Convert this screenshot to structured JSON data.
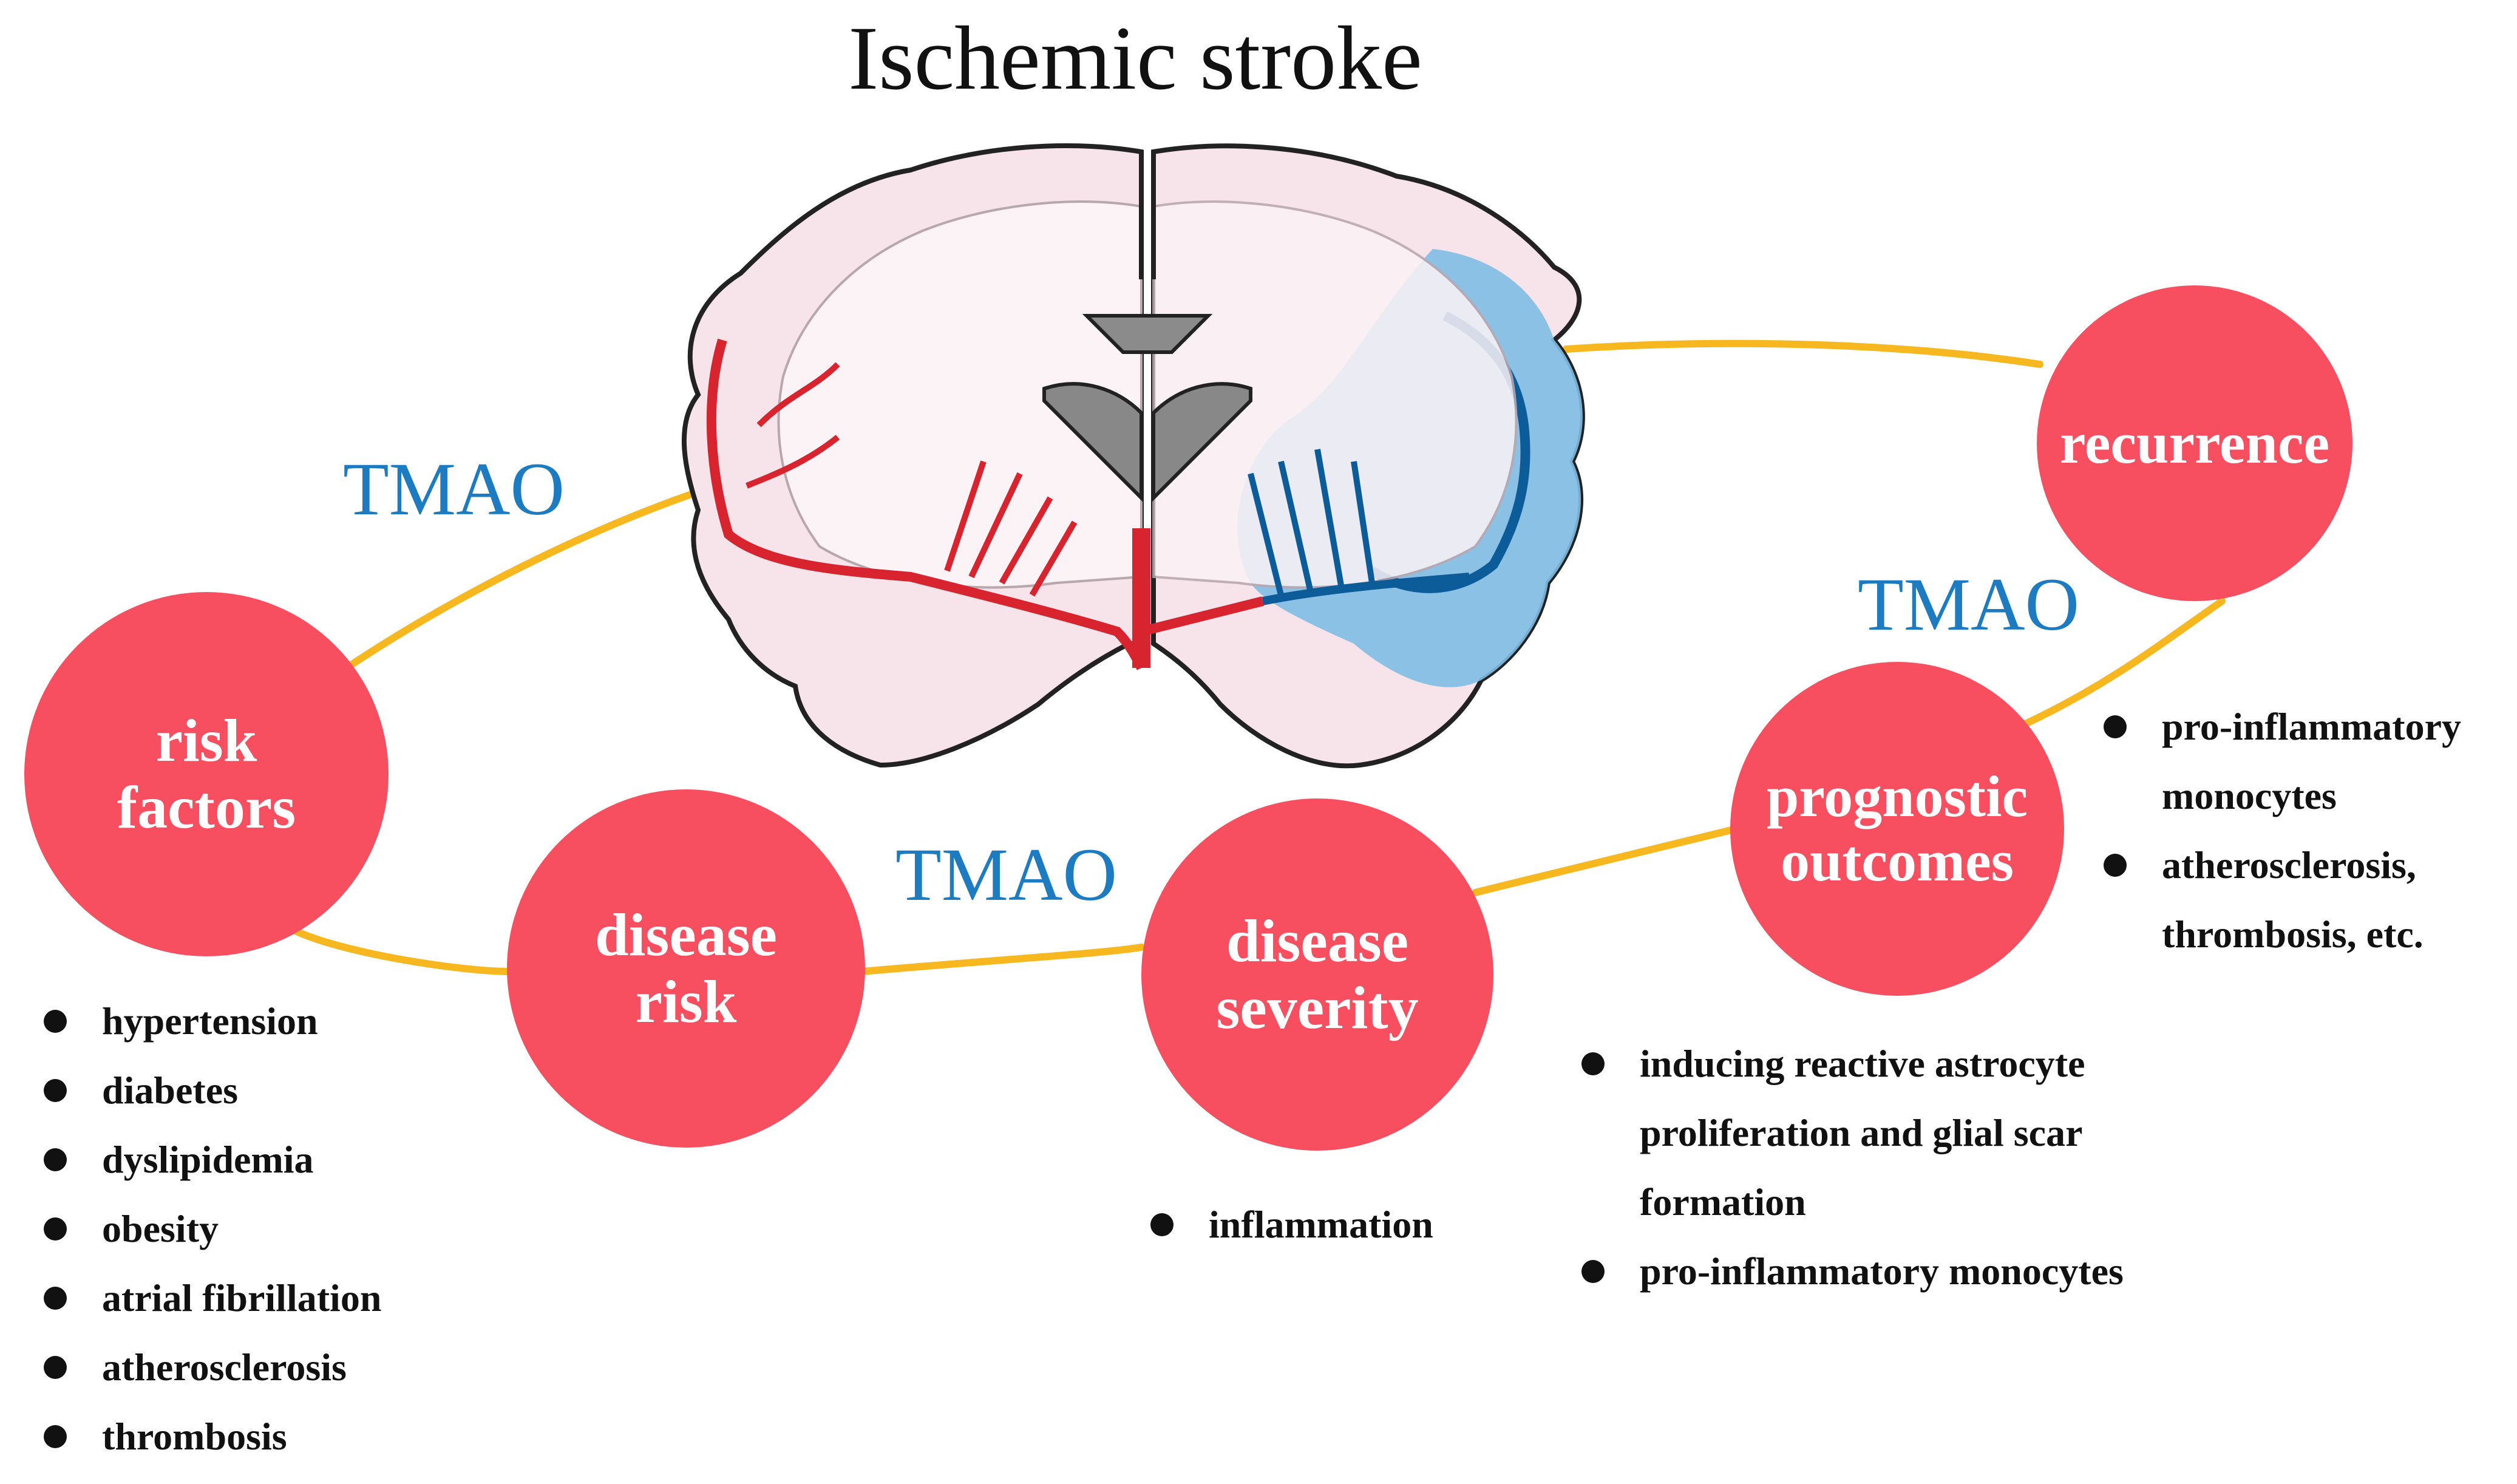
{
  "title": "Ischemic stroke",
  "tmao_labels": [
    "TMAO",
    "TMAO",
    "TMAO"
  ],
  "colors": {
    "node": "#f74f5f",
    "connector": "#f6b81e",
    "tmao": "#1c7bc1",
    "artery": "#d8242e",
    "ischemic": "#5aa9dc",
    "brain": "#f7e3ea"
  },
  "nodes": {
    "risk_factors": [
      "risk",
      "factors"
    ],
    "disease_risk": [
      "disease",
      "risk"
    ],
    "disease_severity": [
      "disease",
      "severity"
    ],
    "prognostic_outcomes": [
      "prognostic",
      "outcomes"
    ],
    "recurrence": [
      "recurrence"
    ]
  },
  "lists": {
    "risk_factors": [
      "hypertension",
      "diabetes",
      "dyslipidemia",
      "obesity",
      "atrial fibrillation",
      "atherosclerosis",
      "thrombosis"
    ],
    "disease_severity": [
      "inflammation"
    ],
    "prognostic_outcomes": [
      "inducing reactive astrocyte proliferation and glial scar formation",
      "pro-inflammatory monocytes"
    ],
    "recurrence": [
      "pro-inflammatory monocytes",
      "atherosclerosis, thrombosis, etc."
    ]
  },
  "icons": {
    "brain": "brain-coronal-section-icon"
  }
}
